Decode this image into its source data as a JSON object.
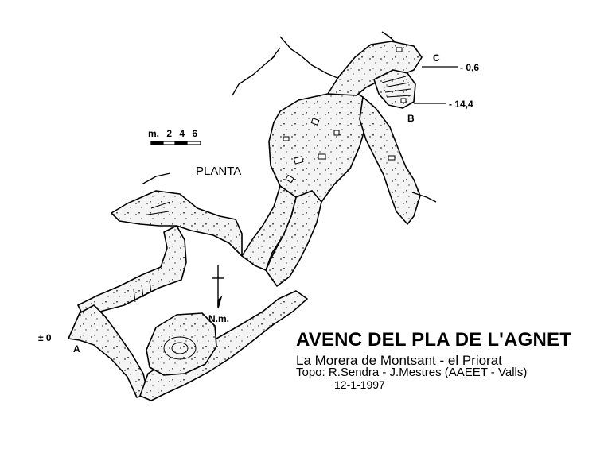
{
  "title": "AVENC DEL PLA DE L'AGNET",
  "location": "La Morera de Montsant - el Priorat",
  "credits": "Topo: R.Sendra - J.Mestres (AAEET - Valls)",
  "date": "12-1-1997",
  "view_label": "PLANTA",
  "scale": {
    "label": "m. 2  4  6"
  },
  "north_label": "N.m.",
  "points": [
    {
      "id": "A",
      "label": "A",
      "depth": "± 0"
    },
    {
      "id": "B",
      "label": "B",
      "depth": "- 14,4"
    },
    {
      "id": "C",
      "label": "C",
      "depth": "- 0,6"
    }
  ],
  "colors": {
    "ink": "#000000",
    "paper": "#ffffff",
    "fill": "#f2f2f2"
  }
}
